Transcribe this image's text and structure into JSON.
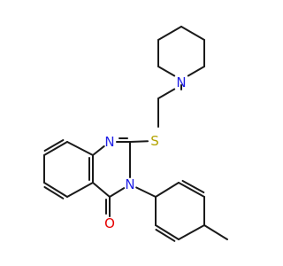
{
  "molecule": {
    "atom_labels": {
      "piperidine_n": "N",
      "sulfur": "S",
      "ring_n1": "N",
      "ring_n3": "N",
      "carbonyl_o": "O"
    },
    "colors": {
      "bond": "#1a1a1a",
      "nitrogen": "#1f1fe6",
      "sulfur": "#b3a300",
      "oxygen": "#e60000",
      "background": "#ffffff"
    }
  }
}
